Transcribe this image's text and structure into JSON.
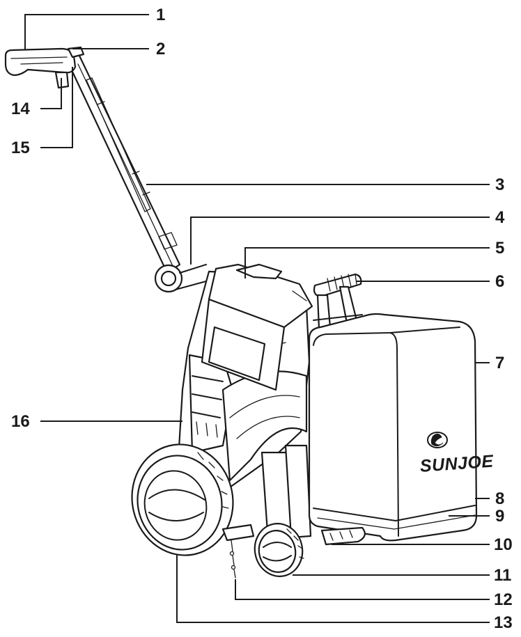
{
  "brand": {
    "wordmark": "SUNJOE"
  },
  "callouts": {
    "c1": "1",
    "c2": "2",
    "c3": "3",
    "c4": "4",
    "c5": "5",
    "c6": "6",
    "c7": "7",
    "c8": "8",
    "c9": "9",
    "c10": "10",
    "c11": "11",
    "c12": "12",
    "c13": "13",
    "c14": "14",
    "c15": "15",
    "c16": "16"
  }
}
